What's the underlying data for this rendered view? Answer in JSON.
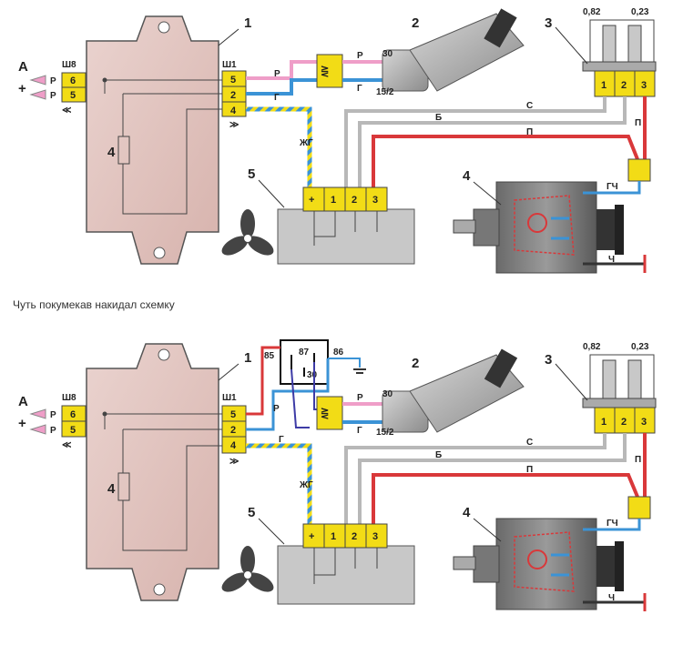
{
  "caption": "Чуть покумекав накидал схемку",
  "diagram": {
    "callouts": {
      "ecu": "1",
      "ignition": "2",
      "pedal": "3",
      "idle_valve": "4",
      "fan_block": "5",
      "ecu_inner": "4"
    },
    "connectors": {
      "left": "Ш8",
      "right": "Ш1"
    },
    "left_side": {
      "label_a": "A",
      "label_plus": "+"
    },
    "left_pins": [
      "6",
      "5"
    ],
    "left_wire_labels": [
      "Р",
      "Р"
    ],
    "ecu_pins": [
      "5",
      "2",
      "4"
    ],
    "ignition_terms": [
      "30",
      "15/2"
    ],
    "wire_labels": {
      "r": "Р",
      "g": "Г",
      "zhg": "ЖГ",
      "s": "С",
      "b": "Б",
      "p1": "П",
      "p2": "П",
      "gch": "ГЧ",
      "ch": "Ч"
    },
    "pedal_values": [
      "0,82",
      "0,23"
    ],
    "pedal_pins": [
      "1",
      "2",
      "3"
    ],
    "fan_pins": [
      "+",
      "1",
      "2",
      "3"
    ],
    "relay": {
      "pins": [
        "85",
        "87",
        "86",
        "30"
      ]
    }
  },
  "colors": {
    "ecu_fill": "#e3c7c2",
    "fan_block": "#c8c8c8",
    "connector": "#f2dc16",
    "wire_red": "#d9383a",
    "wire_blue": "#3b93d6",
    "wire_pink": "#ef9ec8",
    "wire_gray": "#b8b8b8",
    "wire_dark_blue": "#3d3ba6"
  }
}
